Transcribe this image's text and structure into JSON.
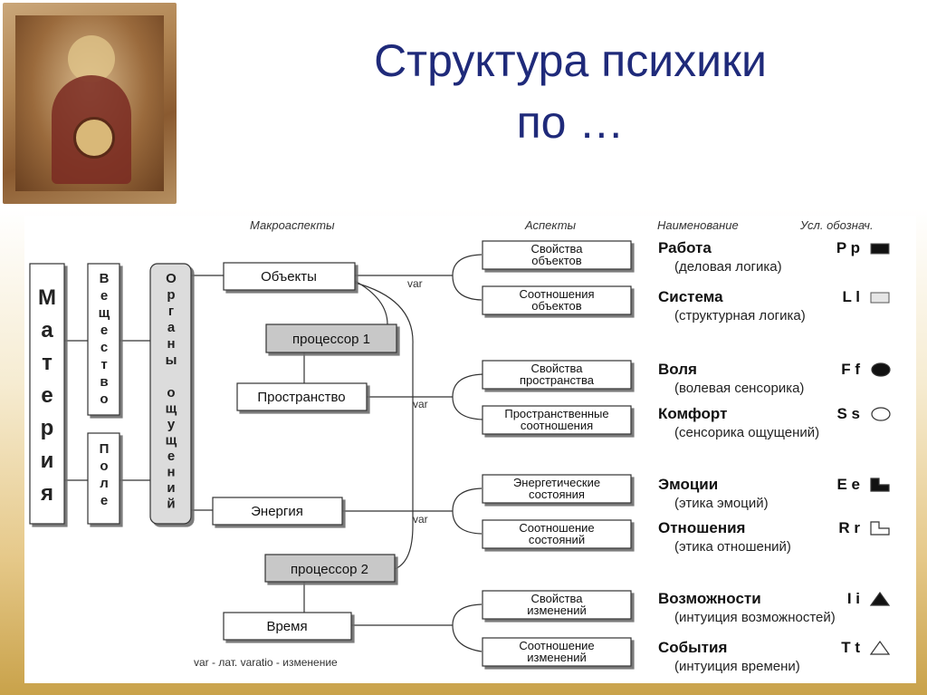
{
  "title": {
    "line1": "Структура психики",
    "line2": "по …"
  },
  "headers": {
    "macro": "Макроаспекты",
    "aspects": "Аспекты",
    "naming": "Наименование",
    "symbols": "Усл. обознач."
  },
  "vertical": {
    "matter": [
      "М",
      "а",
      "т",
      "е",
      "р",
      "и",
      "я"
    ],
    "substance": [
      "В",
      "е",
      "щ",
      "е",
      "с",
      "т",
      "в",
      "о"
    ],
    "field": [
      "П",
      "о",
      "л",
      "е"
    ],
    "organs1": [
      "О",
      "р",
      "г",
      "а",
      "н",
      "ы"
    ],
    "organs2": [
      "о",
      "щ",
      "у",
      "щ",
      "е",
      "н",
      "и",
      "й"
    ]
  },
  "macro": {
    "objects": "Объекты",
    "space": "Пространство",
    "energy": "Энергия",
    "time": "Время",
    "proc1": "процессор 1",
    "proc2": "процессор 2",
    "var": "var"
  },
  "aspects": [
    {
      "l1": "Свойства",
      "l2": "объектов"
    },
    {
      "l1": "Соотношения",
      "l2": "объектов"
    },
    {
      "l1": "Свойства",
      "l2": "пространства"
    },
    {
      "l1": "Пространственные",
      "l2": "соотношения"
    },
    {
      "l1": "Энергетические",
      "l2": "состояния"
    },
    {
      "l1": "Соотношение",
      "l2": "состояний"
    },
    {
      "l1": "Свойства",
      "l2": "изменений"
    },
    {
      "l1": "Соотношение",
      "l2": "изменений"
    }
  ],
  "names": [
    {
      "name": "Работа",
      "sub": "(деловая логика)",
      "code": "P p",
      "icon": "filled-rectangle"
    },
    {
      "name": "Система",
      "sub": "(структурная логика)",
      "code": "L l",
      "icon": "outlined-rectangle"
    },
    {
      "name": "Воля",
      "sub": "(волевая сенсорика)",
      "code": "F f",
      "icon": "filled-circle"
    },
    {
      "name": "Комфорт",
      "sub": "(сенсорика ощущений)",
      "code": "S s",
      "icon": "outlined-circle"
    },
    {
      "name": "Эмоции",
      "sub": "(этика эмоций)",
      "code": "E e",
      "icon": "filled-step"
    },
    {
      "name": "Отношения",
      "sub": "(этика отношений)",
      "code": "R r",
      "icon": "outlined-step"
    },
    {
      "name": "Возможности",
      "sub": "(интуиция возможностей)",
      "code": "I i",
      "icon": "filled-triangle"
    },
    {
      "name": "События",
      "sub": "(интуиция времени)",
      "code": "T t",
      "icon": "outlined-triangle"
    }
  ],
  "footnote": "var - лат. varatio - изменение"
}
